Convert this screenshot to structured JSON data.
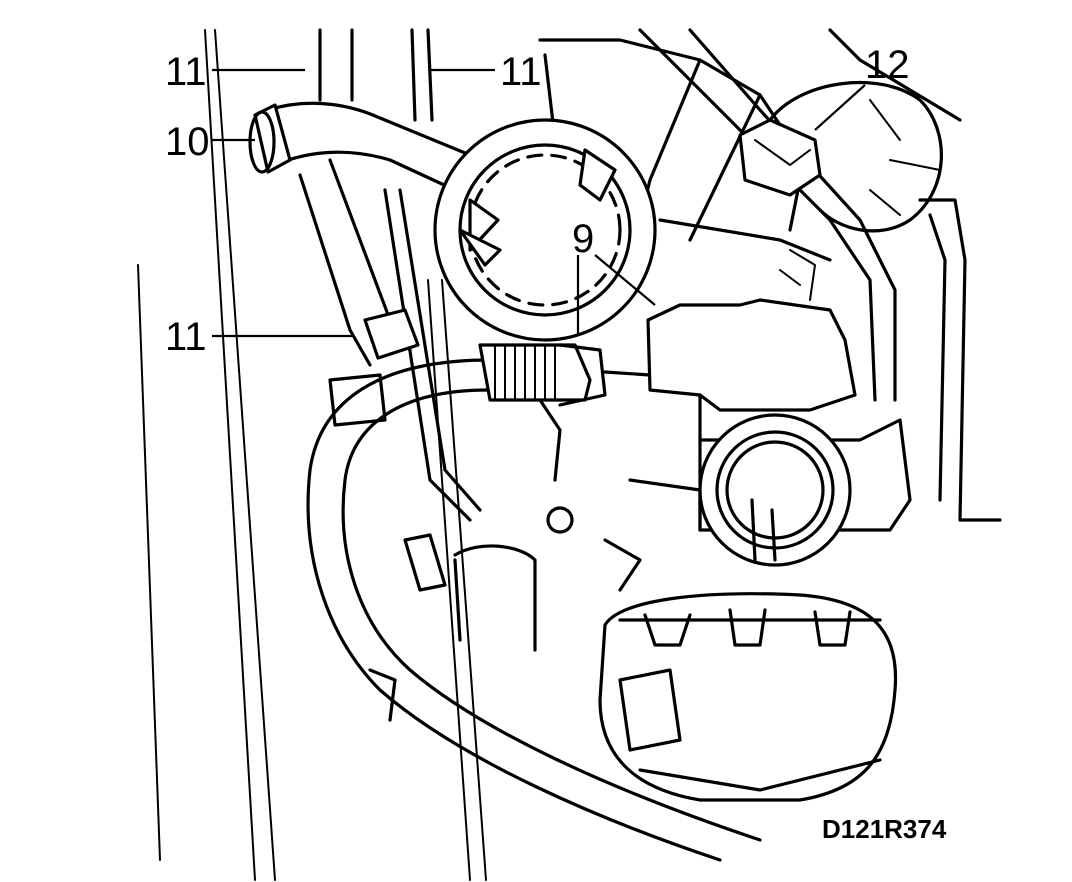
{
  "callouts": [
    {
      "id": "c1",
      "label": "11"
    },
    {
      "id": "c2",
      "label": "11"
    },
    {
      "id": "c3",
      "label": "12"
    },
    {
      "id": "c4",
      "label": "10"
    },
    {
      "id": "c5",
      "label": "9"
    },
    {
      "id": "c6",
      "label": "11"
    }
  ],
  "figure_code": "D121R374",
  "colors": {
    "line": "#000000",
    "background": "#ffffff"
  }
}
